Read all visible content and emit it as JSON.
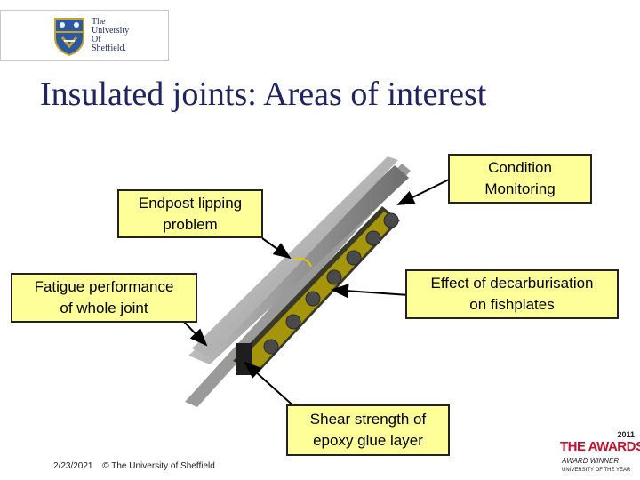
{
  "logo": {
    "line1": "The",
    "line2": "University",
    "line3": "Of",
    "line4": "Sheffield."
  },
  "title": "Insulated joints: Areas of interest",
  "callouts": {
    "condition": [
      "Condition",
      "Monitoring"
    ],
    "endpost": [
      "Endpost lipping",
      "problem"
    ],
    "fatigue": [
      "Fatigue performance",
      "of whole joint"
    ],
    "decarb": [
      "Effect of decarburisation",
      "on fishplates"
    ],
    "shear": [
      "Shear strength of",
      "epoxy glue layer"
    ]
  },
  "footer": {
    "date": "2/23/2021",
    "copyright": "© The University of Sheffield"
  },
  "awards": {
    "year": "2011",
    "brand": "THE AWARDS",
    "line1": "AWARD WINNER",
    "line2": "UNIVERSITY OF THE YEAR"
  },
  "colors": {
    "title": "#1e2460",
    "callout_bg": "#ffff99",
    "awards_red": "#c8102e"
  }
}
